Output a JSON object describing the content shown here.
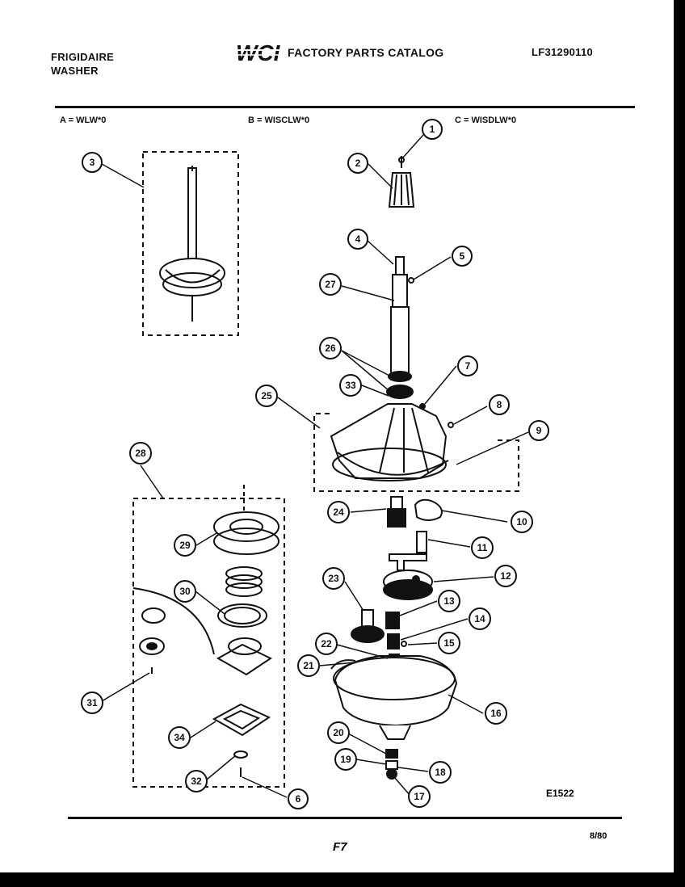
{
  "header": {
    "brand_line1": "FRIGIDAIRE",
    "brand_line2": "WASHER",
    "logo_text": "WCI",
    "catalog_title": "FACTORY PARTS CATALOG",
    "catalog_number": "LF31290110"
  },
  "models": {
    "a": "A = WLW*0",
    "b": "B = WISCLW*0",
    "c": "C = WISDLW*0"
  },
  "callouts": [
    "1",
    "2",
    "3",
    "4",
    "5",
    "6",
    "7",
    "8",
    "9",
    "10",
    "11",
    "12",
    "13",
    "14",
    "15",
    "16",
    "17",
    "18",
    "19",
    "20",
    "21",
    "22",
    "23",
    "24",
    "25",
    "26",
    "27",
    "28",
    "29",
    "30",
    "31",
    "32",
    "33",
    "34"
  ],
  "footer": {
    "drawing_code": "E1522",
    "page_number": "F7",
    "date_code": "8/80"
  },
  "colors": {
    "ink": "#111111",
    "paper": "#ffffff",
    "border": "#000000"
  }
}
